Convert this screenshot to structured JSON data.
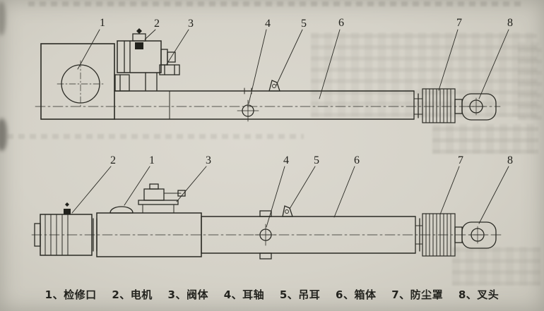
{
  "colors": {
    "paper": "#d5d2c8",
    "ink": "#2a2a24",
    "faint_bleed": "#8f8d84"
  },
  "callouts": {
    "top": [
      "1",
      "2",
      "3",
      "4",
      "5",
      "6",
      "7",
      "8"
    ],
    "bottom": [
      "2",
      "1",
      "3",
      "4",
      "5",
      "6",
      "7",
      "8"
    ]
  },
  "legend": {
    "items": [
      "1、检修口",
      "2、电机",
      "3、阀体",
      "4、耳轴",
      "5、吊耳",
      "6、箱体",
      "7、防尘罩",
      "8、叉头"
    ]
  }
}
